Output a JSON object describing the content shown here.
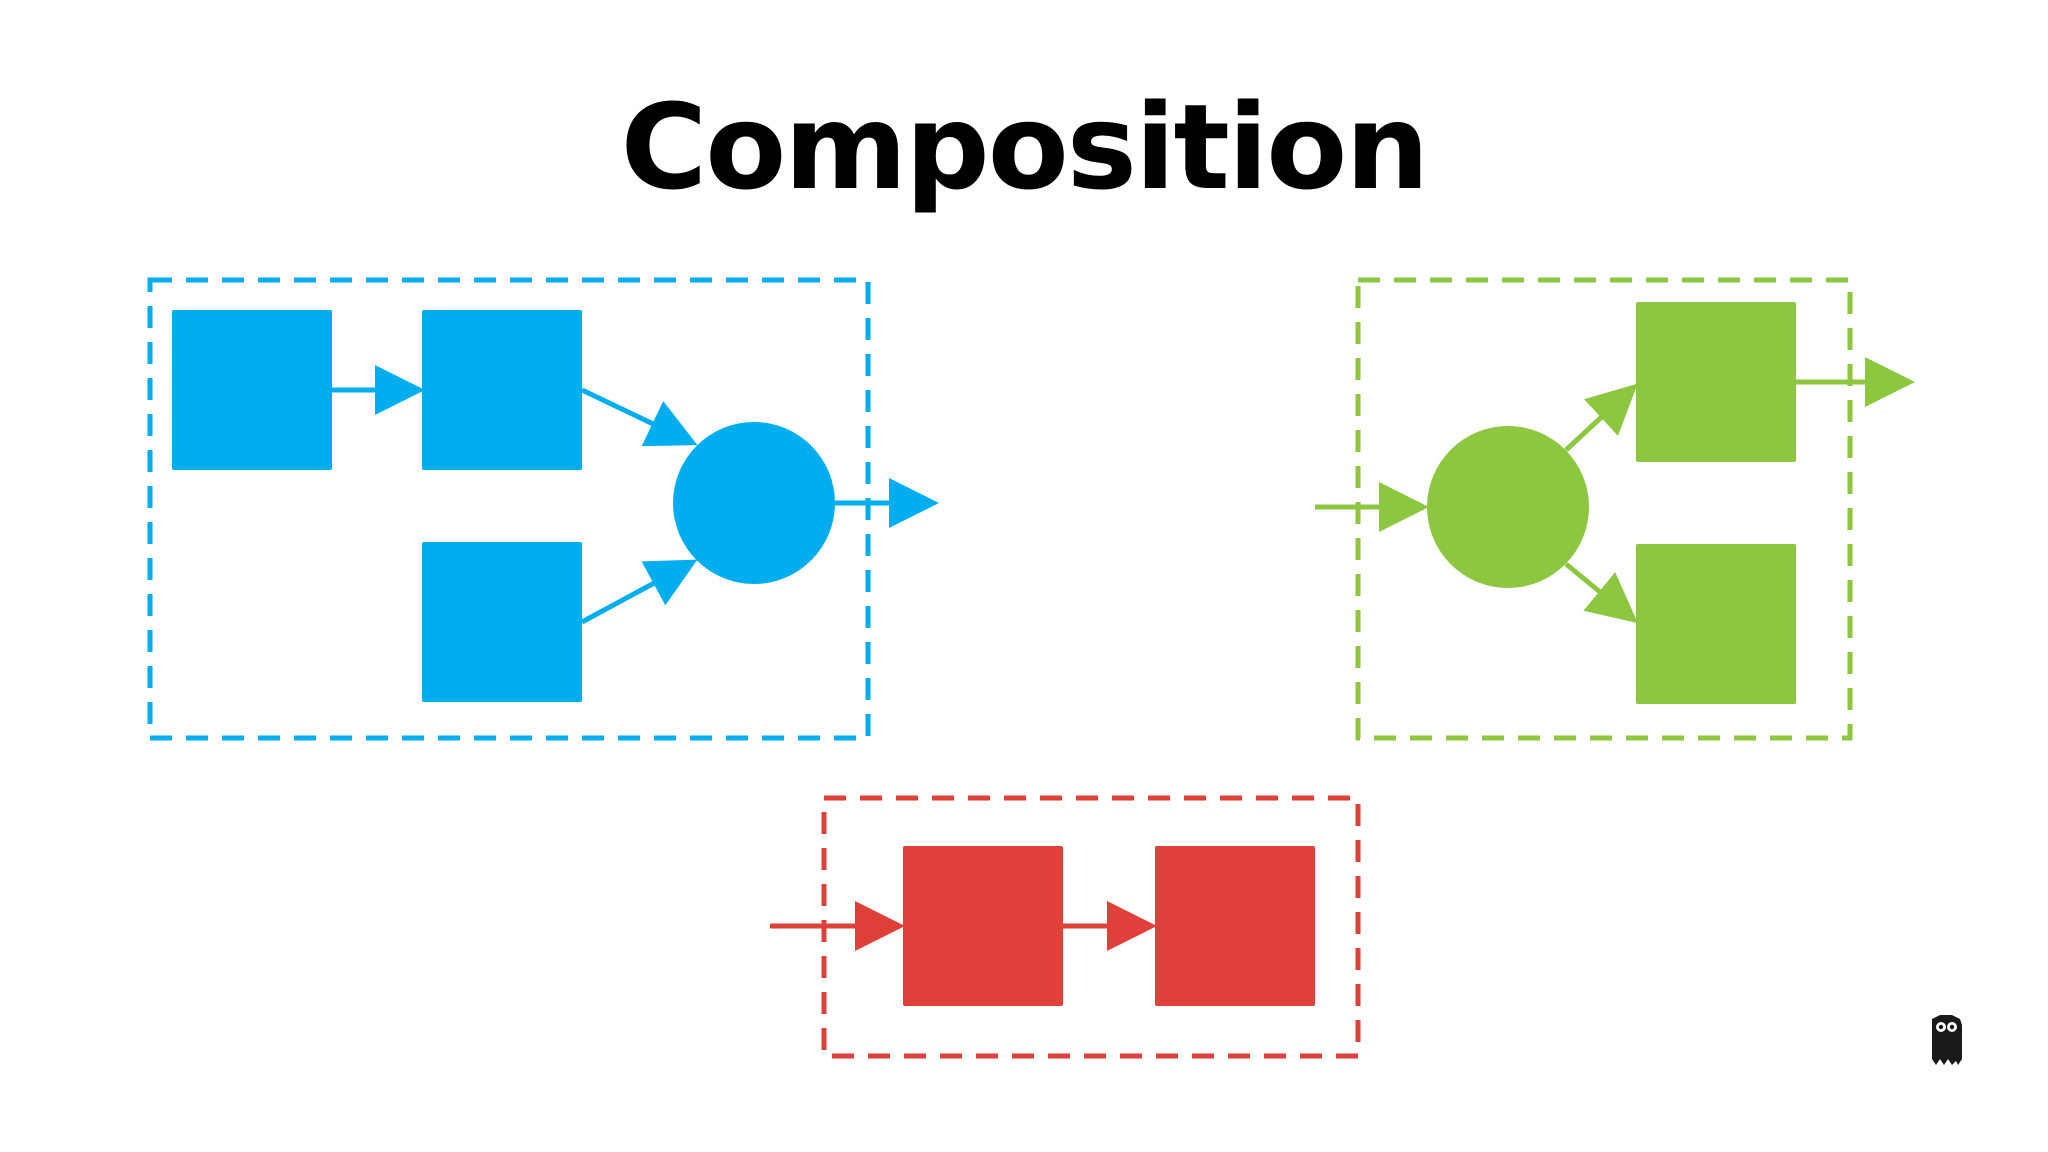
{
  "slide": {
    "title": "Composition"
  },
  "colors": {
    "blue": "#00AEEF",
    "green": "#8DC63F",
    "red": "#E0403A",
    "title_text": "#000000",
    "background": "#FFFFFF"
  },
  "groups": [
    {
      "name": "blue-group",
      "color_key": "blue",
      "squares": 3,
      "circles": 1,
      "arrows": 4
    },
    {
      "name": "green-group",
      "color_key": "green",
      "squares": 2,
      "circles": 1,
      "arrows": 4
    },
    {
      "name": "red-group",
      "color_key": "red",
      "squares": 2,
      "circles": 0,
      "arrows": 2
    }
  ],
  "icons": {
    "corner_logo": "owl-logo-icon"
  }
}
